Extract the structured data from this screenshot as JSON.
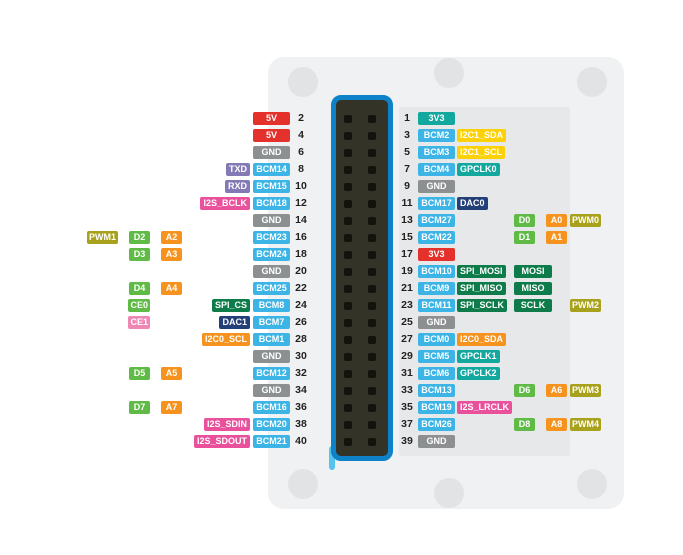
{
  "colors": {
    "power": "#e5312b",
    "gnd": "#8d9091",
    "bcm": "#3cb4e5",
    "uart": "#837ab5",
    "i2s": "#e9519c",
    "digital": "#5fbb46",
    "analog": "#f6921e",
    "pwm": "#a7a11c",
    "spi": "#0e7c4a",
    "dac": "#233f77",
    "i2c1": "#fdd108",
    "i2c0": "#f6921e",
    "gpclk": "#13a89e",
    "ce1": "#ef87b5",
    "v33": "#13a89e",
    "board": "#f0f1f2",
    "connector_border": "#0d82c9",
    "connector_body": "#343327"
  },
  "left_rows": [
    {
      "pin": "2",
      "chips": [
        {
          "label": "5V",
          "color": "power",
          "col": "bcm"
        }
      ]
    },
    {
      "pin": "4",
      "chips": [
        {
          "label": "5V",
          "color": "power",
          "col": "bcm"
        }
      ]
    },
    {
      "pin": "6",
      "chips": [
        {
          "label": "GND",
          "color": "gnd",
          "col": "bcm"
        }
      ]
    },
    {
      "pin": "8",
      "chips": [
        {
          "label": "BCM14",
          "color": "bcm",
          "col": "bcm"
        },
        {
          "label": "TXD",
          "color": "uart",
          "col": "func"
        }
      ]
    },
    {
      "pin": "10",
      "chips": [
        {
          "label": "BCM15",
          "color": "bcm",
          "col": "bcm"
        },
        {
          "label": "RXD",
          "color": "uart",
          "col": "func"
        }
      ]
    },
    {
      "pin": "12",
      "chips": [
        {
          "label": "BCM18",
          "color": "bcm",
          "col": "bcm"
        },
        {
          "label": "I2S_BCLK",
          "color": "i2s",
          "col": "func"
        }
      ]
    },
    {
      "pin": "14",
      "chips": [
        {
          "label": "GND",
          "color": "gnd",
          "col": "bcm"
        }
      ]
    },
    {
      "pin": "16",
      "chips": [
        {
          "label": "BCM23",
          "color": "bcm",
          "col": "bcm"
        },
        {
          "label": "A2",
          "color": "analog",
          "col": "a"
        },
        {
          "label": "D2",
          "color": "digital",
          "col": "d"
        },
        {
          "label": "PWM1",
          "color": "pwm",
          "col": "pwm"
        }
      ]
    },
    {
      "pin": "18",
      "chips": [
        {
          "label": "BCM24",
          "color": "bcm",
          "col": "bcm"
        },
        {
          "label": "A3",
          "color": "analog",
          "col": "a"
        },
        {
          "label": "D3",
          "color": "digital",
          "col": "d"
        }
      ]
    },
    {
      "pin": "20",
      "chips": [
        {
          "label": "GND",
          "color": "gnd",
          "col": "bcm"
        }
      ]
    },
    {
      "pin": "22",
      "chips": [
        {
          "label": "BCM25",
          "color": "bcm",
          "col": "bcm"
        },
        {
          "label": "A4",
          "color": "analog",
          "col": "a"
        },
        {
          "label": "D4",
          "color": "digital",
          "col": "d"
        }
      ]
    },
    {
      "pin": "24",
      "chips": [
        {
          "label": "BCM8",
          "color": "bcm",
          "col": "bcm"
        },
        {
          "label": "SPI_CS",
          "color": "spi",
          "col": "func"
        },
        {
          "label": "CE0",
          "color": "digital",
          "col": "d"
        }
      ]
    },
    {
      "pin": "26",
      "chips": [
        {
          "label": "BCM7",
          "color": "bcm",
          "col": "bcm"
        },
        {
          "label": "DAC1",
          "color": "dac",
          "col": "func"
        },
        {
          "label": "CE1",
          "color": "ce1",
          "col": "d"
        }
      ]
    },
    {
      "pin": "28",
      "chips": [
        {
          "label": "BCM1",
          "color": "bcm",
          "col": "bcm"
        },
        {
          "label": "I2C0_SCL",
          "color": "i2c0",
          "col": "func"
        }
      ]
    },
    {
      "pin": "30",
      "chips": [
        {
          "label": "GND",
          "color": "gnd",
          "col": "bcm"
        }
      ]
    },
    {
      "pin": "32",
      "chips": [
        {
          "label": "BCM12",
          "color": "bcm",
          "col": "bcm"
        },
        {
          "label": "A5",
          "color": "analog",
          "col": "a"
        },
        {
          "label": "D5",
          "color": "digital",
          "col": "d"
        }
      ]
    },
    {
      "pin": "34",
      "chips": [
        {
          "label": "GND",
          "color": "gnd",
          "col": "bcm"
        }
      ]
    },
    {
      "pin": "36",
      "chips": [
        {
          "label": "BCM16",
          "color": "bcm",
          "col": "bcm"
        },
        {
          "label": "A7",
          "color": "analog",
          "col": "a"
        },
        {
          "label": "D7",
          "color": "digital",
          "col": "d"
        }
      ]
    },
    {
      "pin": "38",
      "chips": [
        {
          "label": "BCM20",
          "color": "bcm",
          "col": "bcm"
        },
        {
          "label": "I2S_SDIN",
          "color": "i2s",
          "col": "func"
        }
      ]
    },
    {
      "pin": "40",
      "chips": [
        {
          "label": "BCM21",
          "color": "bcm",
          "col": "bcm"
        },
        {
          "label": "I2S_SDOUT",
          "color": "i2s",
          "col": "func"
        }
      ]
    }
  ],
  "right_rows": [
    {
      "pin": "1",
      "chips": [
        {
          "label": "3V3",
          "color": "v33",
          "col": "bcm"
        }
      ]
    },
    {
      "pin": "3",
      "chips": [
        {
          "label": "BCM2",
          "color": "bcm",
          "col": "bcm"
        },
        {
          "label": "I2C1_SDA",
          "color": "i2c1",
          "col": "func"
        }
      ]
    },
    {
      "pin": "5",
      "chips": [
        {
          "label": "BCM3",
          "color": "bcm",
          "col": "bcm"
        },
        {
          "label": "I2C1_SCL",
          "color": "i2c1",
          "col": "func"
        }
      ]
    },
    {
      "pin": "7",
      "chips": [
        {
          "label": "BCM4",
          "color": "bcm",
          "col": "bcm"
        },
        {
          "label": "GPCLK0",
          "color": "gpclk",
          "col": "func"
        }
      ]
    },
    {
      "pin": "9",
      "chips": [
        {
          "label": "GND",
          "color": "gnd",
          "col": "bcm"
        }
      ]
    },
    {
      "pin": "11",
      "chips": [
        {
          "label": "BCM17",
          "color": "bcm",
          "col": "bcm"
        },
        {
          "label": "DAC0",
          "color": "dac",
          "col": "func"
        }
      ]
    },
    {
      "pin": "13",
      "chips": [
        {
          "label": "BCM27",
          "color": "bcm",
          "col": "bcm"
        },
        {
          "label": "D0",
          "color": "digital",
          "col": "d"
        },
        {
          "label": "A0",
          "color": "analog",
          "col": "a"
        },
        {
          "label": "PWM0",
          "color": "pwm",
          "col": "pwm"
        }
      ]
    },
    {
      "pin": "15",
      "chips": [
        {
          "label": "BCM22",
          "color": "bcm",
          "col": "bcm"
        },
        {
          "label": "D1",
          "color": "digital",
          "col": "d"
        },
        {
          "label": "A1",
          "color": "analog",
          "col": "a"
        }
      ]
    },
    {
      "pin": "17",
      "chips": [
        {
          "label": "3V3",
          "color": "power",
          "col": "bcm"
        }
      ]
    },
    {
      "pin": "19",
      "chips": [
        {
          "label": "BCM10",
          "color": "bcm",
          "col": "bcm"
        },
        {
          "label": "SPI_MOSI",
          "color": "spi",
          "col": "func"
        },
        {
          "label": "MOSI",
          "color": "spi",
          "col": "wide"
        }
      ]
    },
    {
      "pin": "21",
      "chips": [
        {
          "label": "BCM9",
          "color": "bcm",
          "col": "bcm"
        },
        {
          "label": "SPI_MISO",
          "color": "spi",
          "col": "func"
        },
        {
          "label": "MISO",
          "color": "spi",
          "col": "wide"
        }
      ]
    },
    {
      "pin": "23",
      "chips": [
        {
          "label": "BCM11",
          "color": "bcm",
          "col": "bcm"
        },
        {
          "label": "SPI_SCLK",
          "color": "spi",
          "col": "func"
        },
        {
          "label": "SCLK",
          "color": "spi",
          "col": "wide"
        },
        {
          "label": "PWM2",
          "color": "pwm",
          "col": "pwm"
        }
      ]
    },
    {
      "pin": "25",
      "chips": [
        {
          "label": "GND",
          "color": "gnd",
          "col": "bcm"
        }
      ]
    },
    {
      "pin": "27",
      "chips": [
        {
          "label": "BCM0",
          "color": "bcm",
          "col": "bcm"
        },
        {
          "label": "I2C0_SDA",
          "color": "i2c0",
          "col": "func"
        }
      ]
    },
    {
      "pin": "29",
      "chips": [
        {
          "label": "BCM5",
          "color": "bcm",
          "col": "bcm"
        },
        {
          "label": "GPCLK1",
          "color": "gpclk",
          "col": "func"
        }
      ]
    },
    {
      "pin": "31",
      "chips": [
        {
          "label": "BCM6",
          "color": "bcm",
          "col": "bcm"
        },
        {
          "label": "GPCLK2",
          "color": "gpclk",
          "col": "func"
        }
      ]
    },
    {
      "pin": "33",
      "chips": [
        {
          "label": "BCM13",
          "color": "bcm",
          "col": "bcm"
        },
        {
          "label": "D6",
          "color": "digital",
          "col": "d"
        },
        {
          "label": "A6",
          "color": "analog",
          "col": "a"
        },
        {
          "label": "PWM3",
          "color": "pwm",
          "col": "pwm"
        }
      ]
    },
    {
      "pin": "35",
      "chips": [
        {
          "label": "BCM19",
          "color": "bcm",
          "col": "bcm"
        },
        {
          "label": "I2S_LRCLK",
          "color": "i2s",
          "col": "func"
        }
      ]
    },
    {
      "pin": "37",
      "chips": [
        {
          "label": "BCM26",
          "color": "bcm",
          "col": "bcm"
        },
        {
          "label": "D8",
          "color": "digital",
          "col": "d"
        },
        {
          "label": "A8",
          "color": "analog",
          "col": "a"
        },
        {
          "label": "PWM4",
          "color": "pwm",
          "col": "pwm"
        }
      ]
    },
    {
      "pin": "39",
      "chips": [
        {
          "label": "GND",
          "color": "gnd",
          "col": "bcm"
        }
      ]
    }
  ]
}
